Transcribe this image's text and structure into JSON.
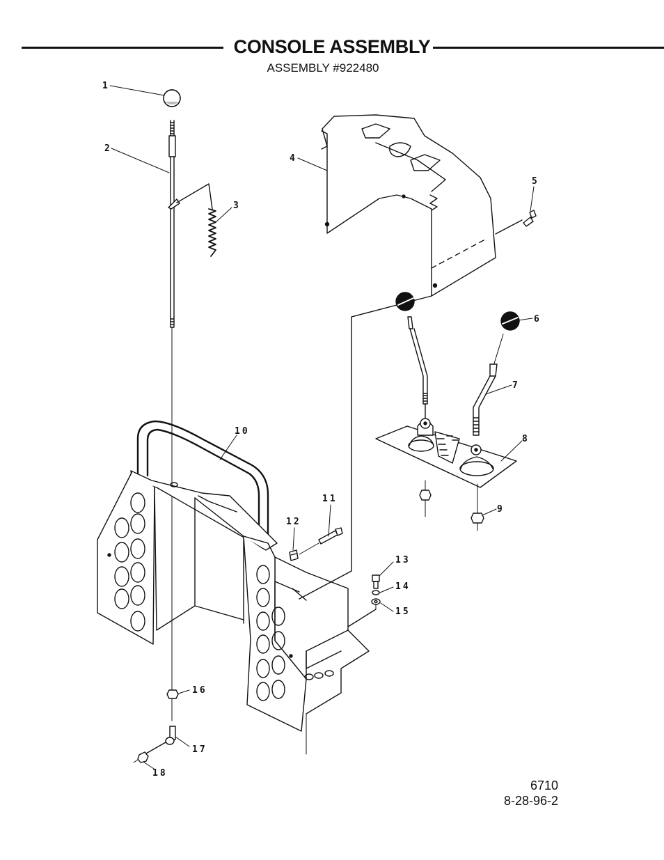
{
  "header": {
    "title": "CONSOLE ASSEMBLY",
    "subtitle": "ASSEMBLY #922480"
  },
  "callouts": [
    "1",
    "2",
    "3",
    "4",
    "5",
    "6",
    "7",
    "8",
    "9",
    "10",
    "11",
    "12",
    "13",
    "14",
    "15",
    "16",
    "17",
    "18"
  ],
  "footer": {
    "drawing_number": "6710",
    "date_code": "8-28-96-2"
  }
}
